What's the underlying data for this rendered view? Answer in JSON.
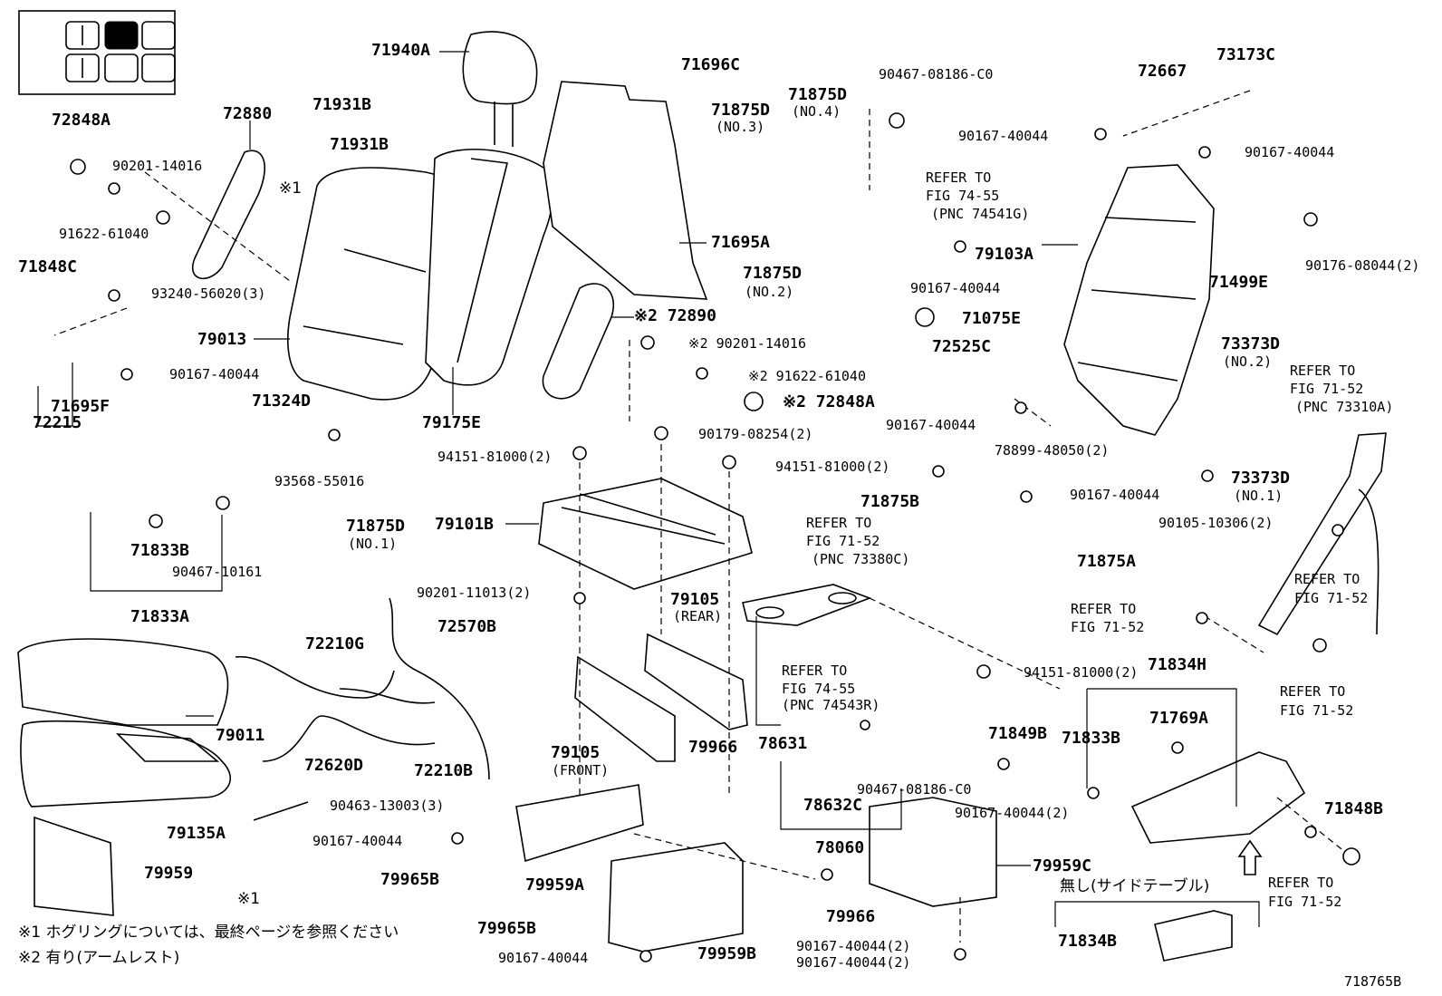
{
  "legend_grid": {
    "cells": 6,
    "highlighted_cell": 2
  },
  "parts": {
    "p71940A": "71940A",
    "p71696C": "71696C",
    "p90467_08186_C0_top": "90467-08186-C0",
    "p72667": "72667",
    "p73173C": "73173C",
    "p72848A": "72848A",
    "p72880": "72880",
    "p71931B_a": "71931B",
    "p71931B_b": "71931B",
    "p71875D_no3": "71875D",
    "no3": "(NO.3)",
    "p71875D_no4": "71875D",
    "no4": "(NO.4)",
    "p90167_40044_a": "90167-40044",
    "p90167_40044_b": "90167-40044",
    "p90201_14016": "90201-14016",
    "ref1": "※1",
    "p91622_61040": "91622-61040",
    "p71695A": "71695A",
    "refer_74_55_a": "REFER TO",
    "fig_74_55_a": "FIG 74-55",
    "pnc_74541G": "(PNC 74541G)",
    "p79103A": "79103A",
    "p71848C": "71848C",
    "p93240_56020": "93240-56020(3)",
    "p71875D_no2": "71875D",
    "no2": "(NO.2)",
    "p90167_40044_c": "90167-40044",
    "p71075E": "71075E",
    "p90176_08044": "90176-08044(2)",
    "p71499E": "71499E",
    "p72890": "※2 72890",
    "p79013": "79013",
    "p90201_14016_2": "※2 90201-14016",
    "p91622_61040_2": "※2 91622-61040",
    "p72848A_2": "※2 72848A",
    "p90167_40044_d": "90167-40044",
    "p71695F": "71695F",
    "p71324D": "71324D",
    "p72215": "72215",
    "p79175E": "79175E",
    "p72525C": "72525C",
    "p73373D_no2": "73373D",
    "no2b": "(NO.2)",
    "refer_71_52_a": "REFER TO",
    "fig_71_52_a": "FIG 71-52",
    "pnc_73310A": "(PNC 73310A)",
    "p90179_08254": "90179-08254(2)",
    "p94151_81000_a": "94151-81000(2)",
    "p93568_55016": "93568-55016",
    "p94151_81000_b": "94151-81000(2)",
    "p90167_40044_e": "90167-40044",
    "p78899_48050": "78899-48050(2)",
    "p73373D_no1": "73373D",
    "no1b": "(NO.1)",
    "p79101B": "79101B",
    "refer_71_52_b": "REFER TO",
    "fig_71_52_b": "FIG 71-52",
    "pnc_73380C": "(PNC 73380C)",
    "p71875B": "71875B",
    "p90167_40044_f": "90167-40044",
    "p90105_10306": "90105-10306(2)",
    "p71875D_no1": "71875D",
    "no1": "(NO.1)",
    "p71833B": "71833B",
    "p90467_10161": "90467-10161",
    "p71875A": "71875A",
    "p71833A": "71833A",
    "p90201_11013": "90201-11013(2)",
    "p72570B": "72570B",
    "p79105_rear": "79105",
    "rear": "(REAR)",
    "refer_71_52_c": "REFER TO",
    "fig_71_52_c": "FIG 71-52",
    "refer_71_52_d": "REFER TO",
    "fig_71_52_d": "FIG 71-52",
    "p72210G": "72210G",
    "refer_74_55_b": "REFER TO",
    "fig_74_55_b": "FIG 74-55",
    "pnc_74543R": "(PNC 74543R)",
    "p94151_81000_c": "94151-81000(2)",
    "p71834H": "71834H",
    "p79011": "79011",
    "p71769A": "71769A",
    "refer_71_52_e": "REFER TO",
    "fig_71_52_e": "FIG 71-52",
    "p71849B": "71849B",
    "p71833B_2": "71833B",
    "p72620D": "72620D",
    "p72210B": "72210B",
    "p79105_front": "79105",
    "front": "(FRONT)",
    "p79966_a": "79966",
    "p78631": "78631",
    "p90467_08186_C0_b": "90467-08186-C0",
    "p90463_13003": "90463-13003(3)",
    "p78632C": "78632C",
    "p90167_40044_g": "90167-40044(2)",
    "p71848B": "71848B",
    "p79135A": "79135A",
    "p90167_40044_h": "90167-40044",
    "p78060": "78060",
    "p79959C": "79959C",
    "p79959": "79959",
    "p79965B_a": "79965B",
    "p79959A": "79959A",
    "p79966_b": "79966",
    "none_side_table": "無し(サイドテーブル)",
    "refer_71_52_f": "REFER TO",
    "fig_71_52_f": "FIG 71-52",
    "ref1_b": "※1",
    "p71834B": "71834B",
    "p79965B_b": "79965B",
    "p90167_40044_i": "90167-40044(2)",
    "p90167_40044_j": "90167-40044",
    "p79959B": "79959B",
    "p90167_40044_k": "90167-40044(2)",
    "fig_code": "718765B"
  },
  "notes": {
    "note1": "※1 ホグリングについては、最終ページを参照ください",
    "note2": "※2 有り(アームレスト)"
  }
}
